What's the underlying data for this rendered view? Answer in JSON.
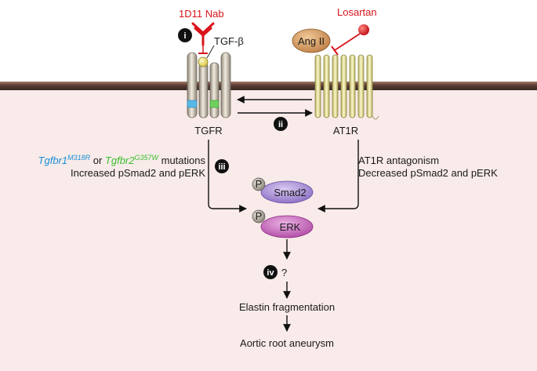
{
  "labels": {
    "antibody": "1D11 Nab",
    "losartan": "Losartan",
    "tgfb": "TGF-β",
    "angii": "Ang II",
    "tgfr": "TGFR",
    "at1r": "AT1R",
    "step_i": "i",
    "step_ii": "ii",
    "step_iii": "iii",
    "step_iv": "iv",
    "question": "?",
    "mut_gene1": "Tgfbr1",
    "mut_sup1": "M318R",
    "mut_or": " or ",
    "mut_gene2": "Tgfbr2",
    "mut_sup2": "G357W",
    "mut_tail": " mutations",
    "left_effect": "Increased pSmad2 and pERK",
    "right_title": "AT1R antagonism",
    "right_effect": "Decreased pSmad2 and pERK",
    "phospho": "P",
    "smad2": "Smad2",
    "erk": "ERK",
    "elastin": "Elastin fragmentation",
    "aneurysm": "Aortic root aneurysm"
  },
  "colors": {
    "inhibitor_red": "#d9141b",
    "mutation_blue": "#1a8fd6",
    "mutation_green": "#3bbf2f",
    "smad2_purple": "#a98fd1",
    "erk_magenta": "#c25ab8",
    "angii_tan": "#d4a068",
    "tgfb_yellow": "#f2e66a",
    "receptor_yellow": "#f3efae",
    "cytoplasm_pink": "#f8ebe9"
  }
}
